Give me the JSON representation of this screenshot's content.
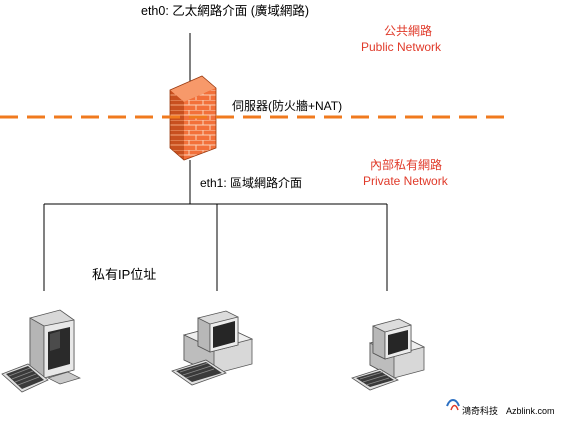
{
  "labels": {
    "wan_interface": "eth0: 乙太網路介面 (廣域網路)",
    "public_zh": "公共網路",
    "public_en": "Public Network",
    "server": "伺服器(防火牆+NAT)",
    "private_zh": "內部私有網路",
    "private_en": "Private Network",
    "lan_interface": "eth1: 區域網路介面",
    "private_ip": "私有IP位址"
  },
  "branding": {
    "company": "鴻奇科技",
    "site": "Azblink.com"
  },
  "colors": {
    "zone_text": "#e03a2a",
    "zone_divider": "#f07a1e",
    "firewall": "#f2703a",
    "lines": "#000000"
  },
  "icons": [
    "firewall-icon",
    "crt-computer-icon",
    "desktop-computer-icon",
    "desktop-computer-icon"
  ]
}
